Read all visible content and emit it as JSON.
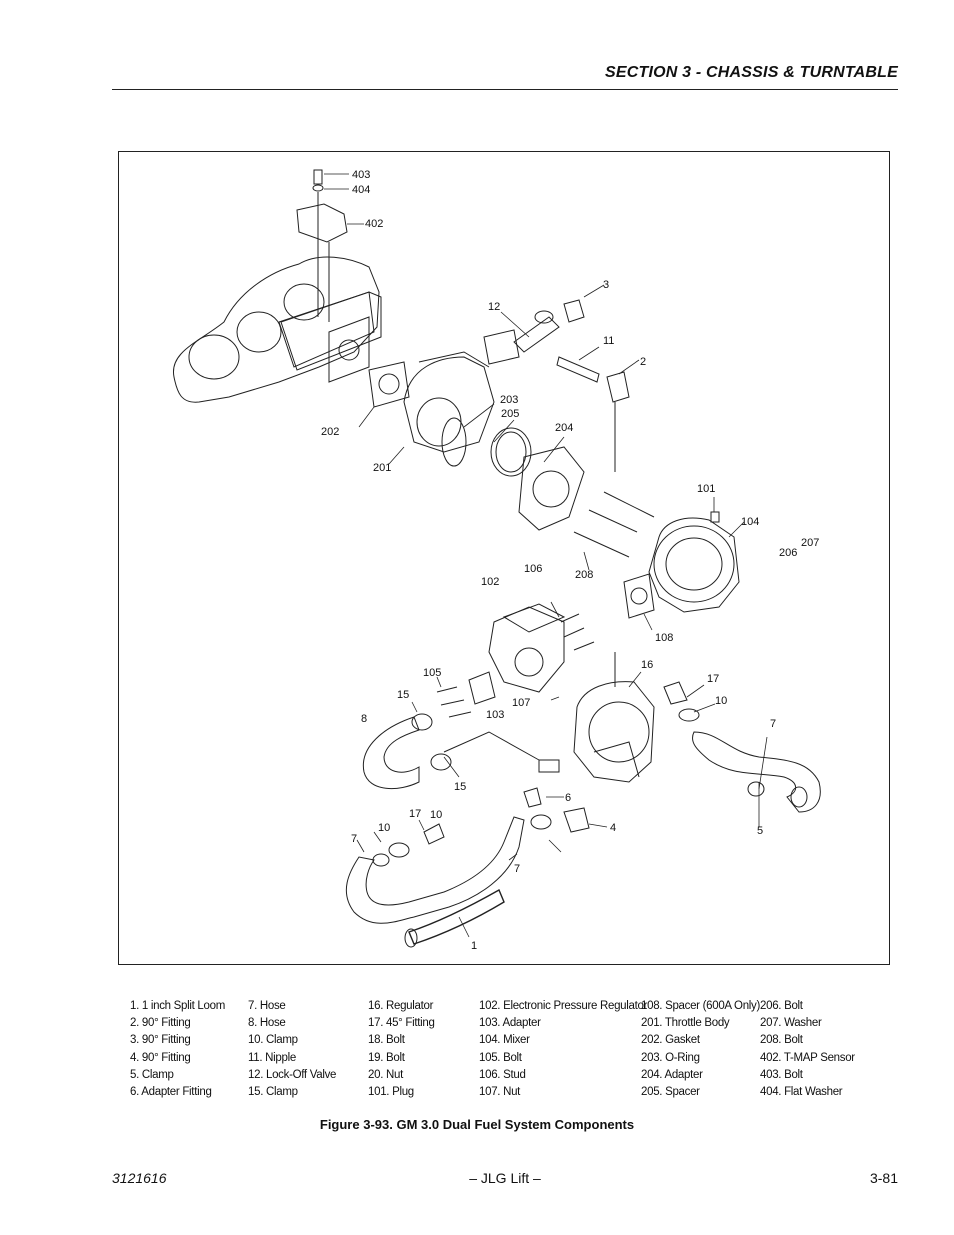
{
  "header": {
    "section_title": "SECTION 3 - CHASSIS & TURNTABLE"
  },
  "figure": {
    "caption": "Figure 3-93.  GM 3.0 Dual Fuel System Components",
    "callouts": [
      "403",
      "404",
      "402",
      "3",
      "12",
      "11",
      "2",
      "203",
      "205",
      "204",
      "202",
      "201",
      "101",
      "104",
      "207",
      "206",
      "208",
      "106",
      "102",
      "108",
      "16",
      "105",
      "17",
      "15",
      "107",
      "103",
      "10",
      "8",
      "7",
      "15",
      "6",
      "4",
      "17",
      "10",
      "7",
      "5",
      "7",
      "10",
      "1"
    ]
  },
  "legend": {
    "columns": [
      [
        "1. 1 inch Split Loom",
        "2. 90° Fitting",
        "3. 90° Fitting",
        "4. 90° Fitting",
        "5. Clamp",
        "6. Adapter Fitting"
      ],
      [
        "7. Hose",
        "8. Hose",
        "10. Clamp",
        "11. Nipple",
        "12. Lock-Off Valve",
        "15. Clamp"
      ],
      [
        "16. Regulator",
        "17. 45° Fitting",
        "18. Bolt",
        "19. Bolt",
        "20. Nut",
        "101. Plug"
      ],
      [
        "102. Electronic Pressure Regulator",
        "103. Adapter",
        "104. Mixer",
        "105. Bolt",
        "106. Stud",
        "107. Nut"
      ],
      [
        "108. Spacer (600A Only)",
        "201. Throttle Body",
        "202. Gasket",
        "203. O-Ring",
        "204. Adapter",
        "205. Spacer"
      ],
      [
        "206. Bolt",
        "207. Washer",
        "208. Bolt",
        "402. T-MAP Sensor",
        "403. Bolt",
        "404. Flat Washer"
      ]
    ]
  },
  "footer": {
    "doc_number": "3121616",
    "center": "– JLG Lift –",
    "page": "3-81"
  }
}
